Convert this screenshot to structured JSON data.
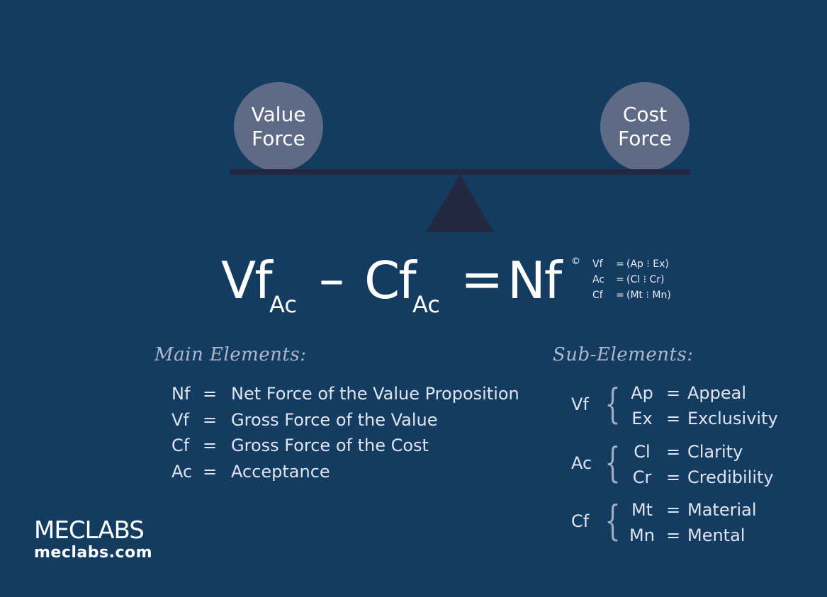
{
  "scale": {
    "left_weight": {
      "line1": "Value",
      "line2": "Force"
    },
    "right_weight": {
      "line1": "Cost",
      "line2": "Force"
    },
    "colors": {
      "background": "#143c61",
      "weight": "#5f6a87",
      "beam": "#232841"
    }
  },
  "formula": {
    "vf": "Vf",
    "vf_sub": "Ac",
    "minus": "–",
    "cf": "Cf",
    "cf_sub": "Ac",
    "equals": "=",
    "nf": "Nf",
    "copyright": "©",
    "definitions": [
      {
        "key": "Vf",
        "eq": "=",
        "value": "(Ap ⁝ Ex)"
      },
      {
        "key": "Ac",
        "eq": "=",
        "value": "(Cl ⁝ Cr)"
      },
      {
        "key": "Cf",
        "eq": "=",
        "value": "(Mt ⁝ Mn)"
      }
    ]
  },
  "main_elements": {
    "heading": "Main Elements:",
    "items": [
      {
        "key": "Nf",
        "eq": "=",
        "value": "Net Force of the Value Proposition"
      },
      {
        "key": "Vf",
        "eq": "=",
        "value": "Gross Force of the Value"
      },
      {
        "key": "Cf",
        "eq": "=",
        "value": "Gross Force of the Cost"
      },
      {
        "key": "Ac",
        "eq": "=",
        "value": "Acceptance"
      }
    ]
  },
  "sub_elements": {
    "heading": "Sub-Elements:",
    "groups": [
      {
        "label": "Vf",
        "items": [
          {
            "key": "Ap",
            "eq": "=",
            "value": "Appeal"
          },
          {
            "key": "Ex",
            "eq": "=",
            "value": "Exclusivity"
          }
        ]
      },
      {
        "label": "Ac",
        "items": [
          {
            "key": "Cl",
            "eq": "=",
            "value": "Clarity"
          },
          {
            "key": "Cr",
            "eq": "=",
            "value": "Credibility"
          }
        ]
      },
      {
        "label": "Cf",
        "items": [
          {
            "key": "Mt",
            "eq": "=",
            "value": "Material"
          },
          {
            "key": "Mn",
            "eq": "=",
            "value": "Mental"
          }
        ]
      }
    ]
  },
  "brand": {
    "name": "MECLABS",
    "url": "meclabs.com"
  }
}
